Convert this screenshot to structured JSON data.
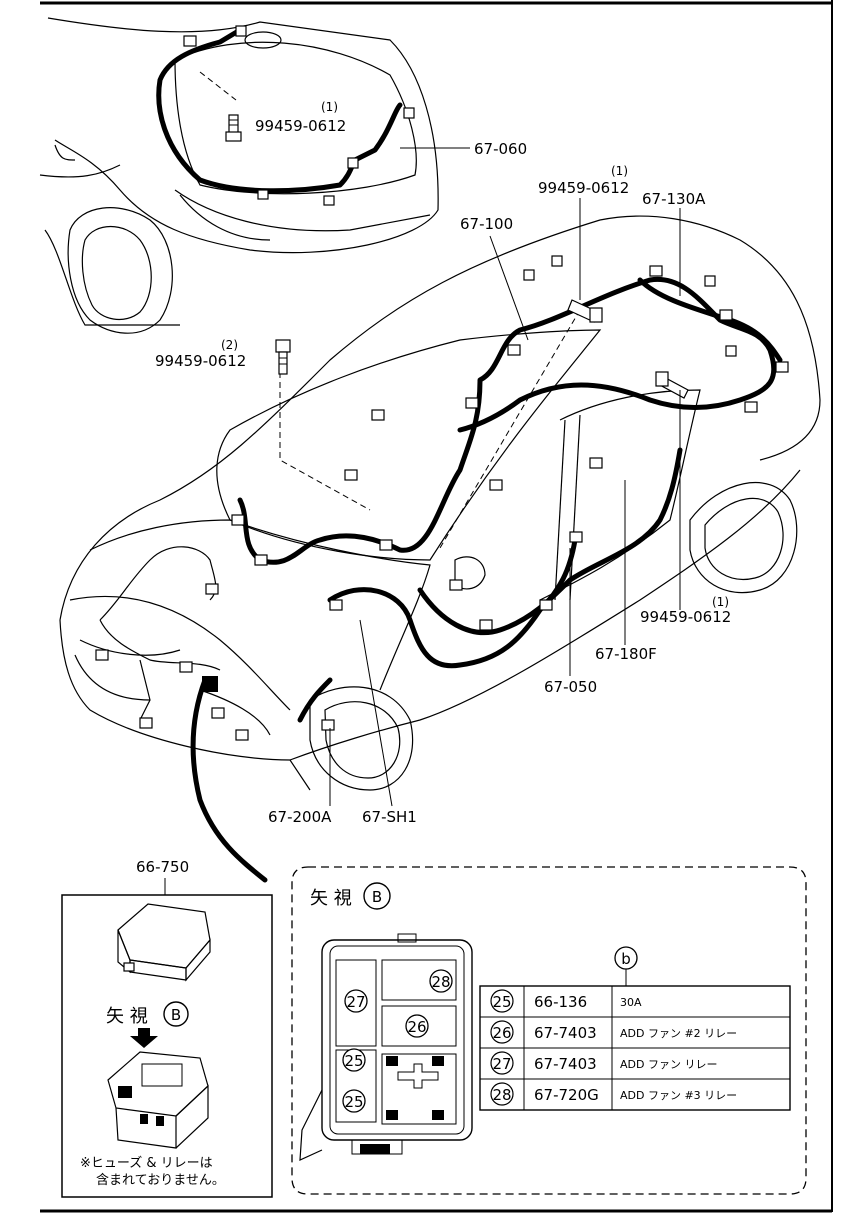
{
  "parts": {
    "p_67_060": "67-060",
    "p_bolt_top": "99459-0612",
    "p_bolt_top_qty": "(1)",
    "p_bolt_mid": "99459-0612",
    "p_bolt_mid_qty": "(1)",
    "p_67_130A": "67-130A",
    "p_67_100": "67-100",
    "p_bolt_left": "99459-0612",
    "p_bolt_left_qty": "(2)",
    "p_bolt_right": "99459-0612",
    "p_bolt_right_qty": "(1)",
    "p_67_180F": "67-180F",
    "p_67_050": "67-050",
    "p_67_200A": "67-200A",
    "p_67_SH1": "67-SH1",
    "p_66_750": "66-750"
  },
  "inset_left": {
    "view_label": "矢 視",
    "view_marker": "B",
    "note_line1": "※ヒューズ & リレーは",
    "note_line2": "含まれておりません。"
  },
  "inset_right": {
    "view_label": "矢 視",
    "view_marker": "B",
    "table_marker": "b",
    "box_slots": [
      "28",
      "27",
      "26",
      "25",
      "25"
    ],
    "rows": [
      {
        "num": "25",
        "part": "66-136",
        "desc": "30A"
      },
      {
        "num": "26",
        "part": "67-7403",
        "desc": "ADD ファン #2 リレー"
      },
      {
        "num": "27",
        "part": "67-7403",
        "desc": "ADD ファン リレー"
      },
      {
        "num": "28",
        "part": "67-720G",
        "desc": "ADD ファン #3 リレー"
      }
    ]
  }
}
